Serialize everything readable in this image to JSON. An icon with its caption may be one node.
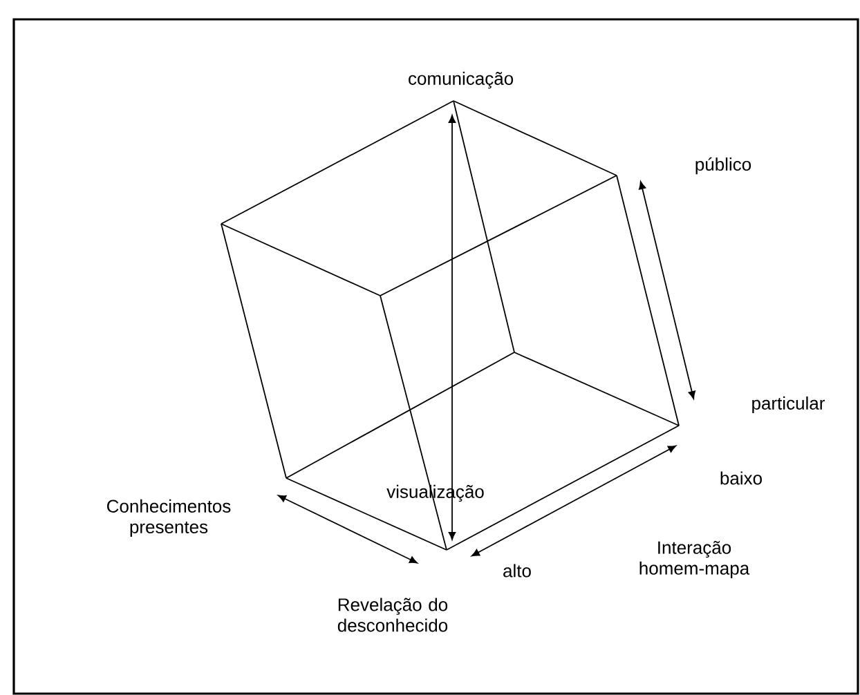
{
  "diagram": {
    "labels": [
      "comunicação",
      "público",
      "particular",
      "baixo",
      "visualização",
      "Conhecimentos presentes",
      "alto",
      "Interação homem-mapa",
      "Revelação do desconhecido"
    ]
  }
}
